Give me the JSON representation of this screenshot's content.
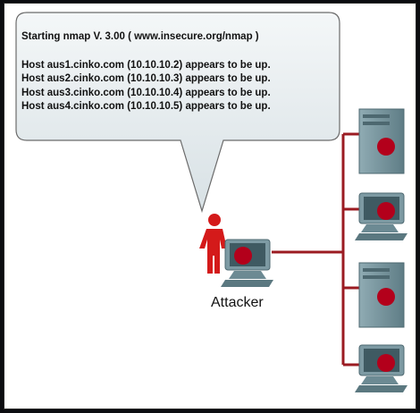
{
  "callout": {
    "title": "Starting nmap V. 3.00 ( www.insecure.org/nmap )",
    "lines": [
      "Host aus1.cinko.com (10.10.10.2) appears to be up.",
      "Host aus2.cinko.com (10.10.10.3) appears to be up.",
      "Host aus3.cinko.com (10.10.10.4) appears to be up.",
      "Host aus4.cinko.com (10.10.10.5) appears to be up."
    ]
  },
  "attacker_label": "Attacker",
  "colors": {
    "background": "#0b0c10",
    "panel": "#ffffff",
    "bubble_fill": "#e6ecef",
    "link": "#9b1b22",
    "person": "#d41a1a",
    "device_body": "#7d9aa3",
    "device_dark": "#4d6870",
    "dot": "#b3001b"
  },
  "icons": [
    "attacker-person-icon",
    "attacker-computer-icon",
    "server-icon",
    "workstation-icon"
  ]
}
